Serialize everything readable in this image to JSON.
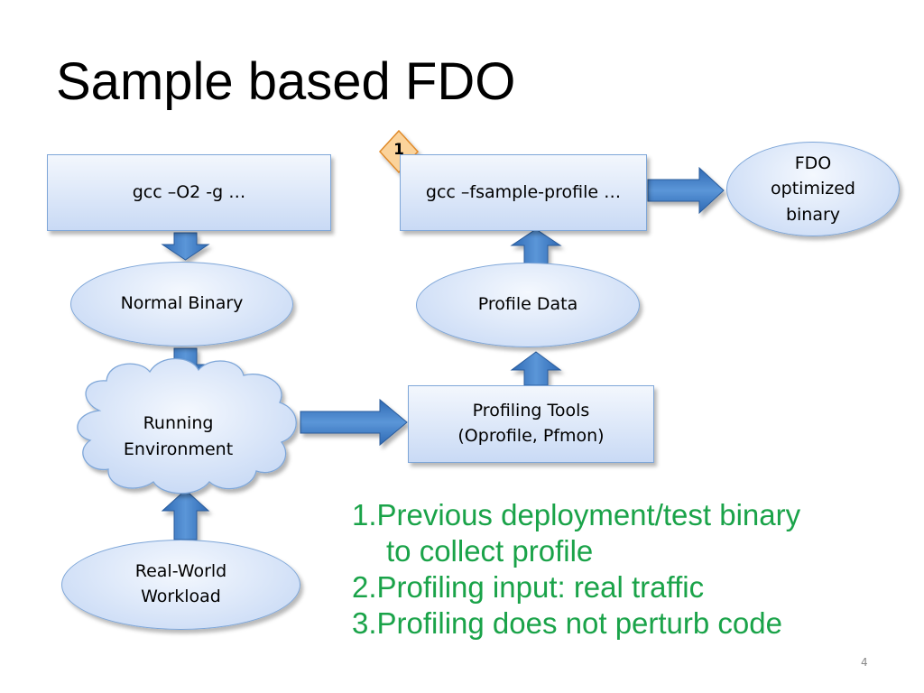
{
  "slide": {
    "title": "Sample based FDO",
    "page_number": "4"
  },
  "diagram": {
    "compile_box": "gcc –O2 -g …",
    "normal_binary": "Normal Binary",
    "running_env": [
      "Running",
      "Environment"
    ],
    "workload": [
      "Real-World",
      "Workload"
    ],
    "profiling_tools": [
      "Profiling Tools",
      "(Oprofile, Pfmon)"
    ],
    "profile_data": "Profile Data",
    "fdo_compile_box": "gcc –fsample-profile …",
    "fdo_binary": [
      "FDO",
      "optimized",
      "binary"
    ],
    "step_badge": "1"
  },
  "notes": {
    "items": [
      {
        "number": "1.",
        "text": "Previous deployment/test binary",
        "continuation": "to collect profile"
      },
      {
        "number": "2.",
        "text": "Profiling input: real traffic"
      },
      {
        "number": "3.",
        "text": "Profiling does not perturb code"
      }
    ]
  },
  "colors": {
    "node_fill_light": "#f3f7fd",
    "node_fill_dark": "#c9daf5",
    "node_border": "#7ea6d8",
    "arrow_fill": "#3f7fc7",
    "badge_fill": "#fbd39b",
    "badge_border": "#e08a2a",
    "notes_text": "#1aa349"
  }
}
